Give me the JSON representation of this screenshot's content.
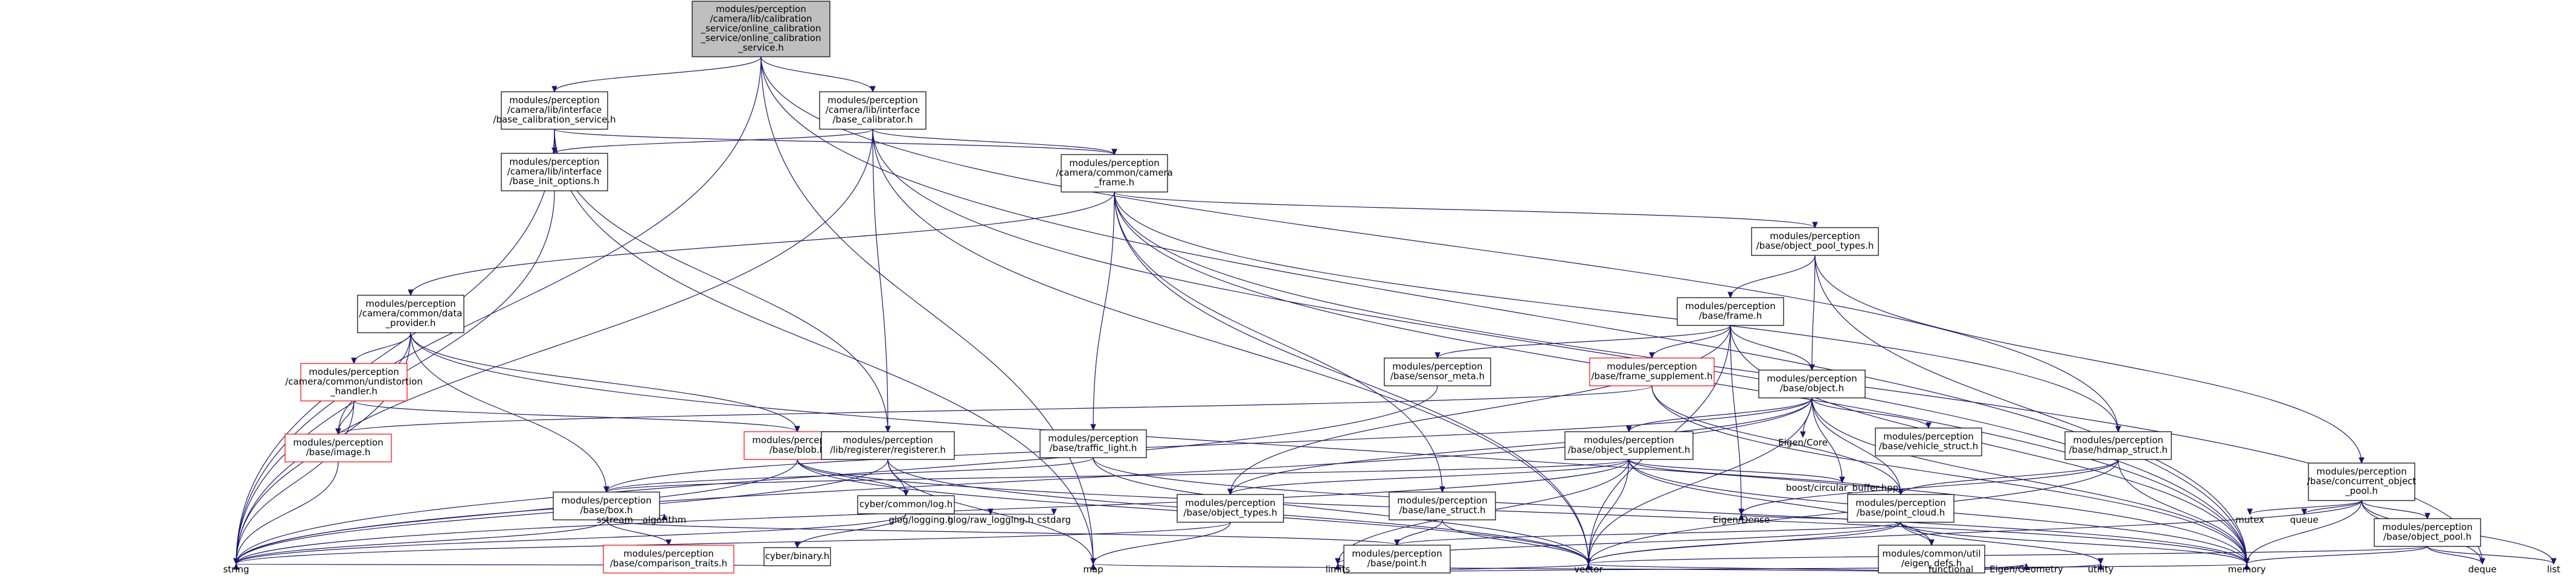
{
  "graph": {
    "edge_color": "#191970",
    "root_fill": "#bfbfbf",
    "missing_doc_border": "#ff0000",
    "nodes": [
      {
        "id": "root",
        "label": [
          "modules/perception",
          "/camera/lib/calibration",
          "_service/online_calibration",
          "_service/online_calibration",
          "_service.h"
        ],
        "kind": "root"
      },
      {
        "id": "bcs",
        "label": [
          "modules/perception",
          "/camera/lib/interface",
          "/base_calibration_service.h"
        ],
        "kind": "box"
      },
      {
        "id": "bcal",
        "label": [
          "modules/perception",
          "/camera/lib/interface",
          "/base_calibrator.h"
        ],
        "kind": "box"
      },
      {
        "id": "binit",
        "label": [
          "modules/perception",
          "/camera/lib/interface",
          "/base_init_options.h"
        ],
        "kind": "box"
      },
      {
        "id": "camframe",
        "label": [
          "modules/perception",
          "/camera/common/camera",
          "_frame.h"
        ],
        "kind": "box"
      },
      {
        "id": "dataprov",
        "label": [
          "modules/perception",
          "/camera/common/data",
          "_provider.h"
        ],
        "kind": "box"
      },
      {
        "id": "undist",
        "label": [
          "modules/perception",
          "/camera/common/undistortion",
          "_handler.h"
        ],
        "kind": "red"
      },
      {
        "id": "image",
        "label": [
          "modules/perception",
          "/base/image.h"
        ],
        "kind": "red"
      },
      {
        "id": "blob",
        "label": [
          "modules/perception",
          "/base/blob.h"
        ],
        "kind": "red"
      },
      {
        "id": "registerer",
        "label": [
          "modules/perception",
          "/lib/registerer/registerer.h"
        ],
        "kind": "box"
      },
      {
        "id": "traffic",
        "label": [
          "modules/perception",
          "/base/traffic_light.h"
        ],
        "kind": "box"
      },
      {
        "id": "opt",
        "label": [
          "modules/perception",
          "/base/object_pool_types.h"
        ],
        "kind": "box"
      },
      {
        "id": "frame",
        "label": [
          "modules/perception",
          "/base/frame.h"
        ],
        "kind": "box"
      },
      {
        "id": "sensormeta",
        "label": [
          "modules/perception",
          "/base/sensor_meta.h"
        ],
        "kind": "box"
      },
      {
        "id": "framesupp",
        "label": [
          "modules/perception",
          "/base/frame_supplement.h"
        ],
        "kind": "red"
      },
      {
        "id": "object",
        "label": [
          "modules/perception",
          "/base/object.h"
        ],
        "kind": "box"
      },
      {
        "id": "objsupp",
        "label": [
          "modules/perception",
          "/base/object_supplement.h"
        ],
        "kind": "box"
      },
      {
        "id": "vehicle",
        "label": [
          "modules/perception",
          "/base/vehicle_struct.h"
        ],
        "kind": "box"
      },
      {
        "id": "hdmap",
        "label": [
          "modules/perception",
          "/base/hdmap_struct.h"
        ],
        "kind": "box"
      },
      {
        "id": "box",
        "label": [
          "modules/perception",
          "/base/box.h"
        ],
        "kind": "box"
      },
      {
        "id": "log",
        "label": [
          "cyber/common/log.h"
        ],
        "kind": "box"
      },
      {
        "id": "objtypes",
        "label": [
          "modules/perception",
          "/base/object_types.h"
        ],
        "kind": "box"
      },
      {
        "id": "lane",
        "label": [
          "modules/perception",
          "/base/lane_struct.h"
        ],
        "kind": "box"
      },
      {
        "id": "pointcloud",
        "label": [
          "modules/perception",
          "/base/point_cloud.h"
        ],
        "kind": "box"
      },
      {
        "id": "concurrent",
        "label": [
          "modules/perception",
          "/base/concurrent_object",
          "_pool.h"
        ],
        "kind": "box"
      },
      {
        "id": "objpool",
        "label": [
          "modules/perception",
          "/base/object_pool.h"
        ],
        "kind": "box"
      },
      {
        "id": "comparison",
        "label": [
          "modules/perception",
          "/base/comparison_traits.h"
        ],
        "kind": "red"
      },
      {
        "id": "binary",
        "label": [
          "cyber/binary.h"
        ],
        "kind": "box"
      },
      {
        "id": "point",
        "label": [
          "modules/perception",
          "/base/point.h"
        ],
        "kind": "box"
      },
      {
        "id": "eigendefs",
        "label": [
          "modules/common/util",
          "/eigen_defs.h"
        ],
        "kind": "box"
      },
      {
        "id": "string",
        "label": [
          "string"
        ],
        "kind": "leaf"
      },
      {
        "id": "map",
        "label": [
          "map"
        ],
        "kind": "leaf"
      },
      {
        "id": "limits",
        "label": [
          "limits"
        ],
        "kind": "leaf"
      },
      {
        "id": "vector",
        "label": [
          "vector"
        ],
        "kind": "leaf"
      },
      {
        "id": "memory",
        "label": [
          "memory"
        ],
        "kind": "leaf"
      },
      {
        "id": "sstream",
        "label": [
          "sstream"
        ],
        "kind": "leaf"
      },
      {
        "id": "algorithm",
        "label": [
          "algorithm"
        ],
        "kind": "leaf"
      },
      {
        "id": "glog",
        "label": [
          "glog/logging.h"
        ],
        "kind": "leaf"
      },
      {
        "id": "glograw",
        "label": [
          "glog/raw_logging.h"
        ],
        "kind": "leaf"
      },
      {
        "id": "cstdarg",
        "label": [
          "cstdarg"
        ],
        "kind": "leaf"
      },
      {
        "id": "eigencore",
        "label": [
          "Eigen/Core"
        ],
        "kind": "leaf"
      },
      {
        "id": "boostbuf",
        "label": [
          "boost/circular_buffer.hpp"
        ],
        "kind": "leaf"
      },
      {
        "id": "eigendense",
        "label": [
          "Eigen/Dense"
        ],
        "kind": "leaf"
      },
      {
        "id": "functional",
        "label": [
          "functional"
        ],
        "kind": "leaf"
      },
      {
        "id": "eigengeom",
        "label": [
          "Eigen/Geometry"
        ],
        "kind": "leaf"
      },
      {
        "id": "utility",
        "label": [
          "utility"
        ],
        "kind": "leaf"
      },
      {
        "id": "mutex",
        "label": [
          "mutex"
        ],
        "kind": "leaf"
      },
      {
        "id": "queue",
        "label": [
          "queue"
        ],
        "kind": "leaf"
      },
      {
        "id": "deque",
        "label": [
          "deque"
        ],
        "kind": "leaf"
      },
      {
        "id": "list",
        "label": [
          "list"
        ],
        "kind": "leaf"
      }
    ],
    "edges": [
      [
        "root",
        "bcs"
      ],
      [
        "root",
        "bcal"
      ],
      [
        "root",
        "string"
      ],
      [
        "root",
        "map"
      ],
      [
        "root",
        "memory"
      ],
      [
        "root",
        "hdmap"
      ],
      [
        "bcs",
        "binit"
      ],
      [
        "bcs",
        "camframe"
      ],
      [
        "bcs",
        "string"
      ],
      [
        "bcs",
        "map"
      ],
      [
        "bcs",
        "registerer"
      ],
      [
        "bcal",
        "binit"
      ],
      [
        "bcal",
        "camframe"
      ],
      [
        "bcal",
        "registerer"
      ],
      [
        "bcal",
        "string"
      ],
      [
        "bcal",
        "vector"
      ],
      [
        "bcal",
        "memory"
      ],
      [
        "binit",
        "string"
      ],
      [
        "camframe",
        "dataprov"
      ],
      [
        "camframe",
        "traffic"
      ],
      [
        "camframe",
        "opt"
      ],
      [
        "camframe",
        "lane"
      ],
      [
        "camframe",
        "vector"
      ],
      [
        "camframe",
        "memory"
      ],
      [
        "camframe",
        "deque"
      ],
      [
        "camframe",
        "hdmap"
      ],
      [
        "dataprov",
        "undist"
      ],
      [
        "dataprov",
        "image"
      ],
      [
        "dataprov",
        "blob"
      ],
      [
        "dataprov",
        "box"
      ],
      [
        "dataprov",
        "string"
      ],
      [
        "dataprov",
        "memory"
      ],
      [
        "undist",
        "image"
      ],
      [
        "undist",
        "blob"
      ],
      [
        "undist",
        "string"
      ],
      [
        "image",
        "string"
      ],
      [
        "blob",
        "log"
      ],
      [
        "blob",
        "string"
      ],
      [
        "blob",
        "vector"
      ],
      [
        "blob",
        "memory"
      ],
      [
        "registerer",
        "log"
      ],
      [
        "registerer",
        "string"
      ],
      [
        "registerer",
        "map"
      ],
      [
        "registerer",
        "vector"
      ],
      [
        "traffic",
        "box"
      ],
      [
        "traffic",
        "memory"
      ],
      [
        "traffic",
        "vector"
      ],
      [
        "opt",
        "frame"
      ],
      [
        "opt",
        "object"
      ],
      [
        "opt",
        "concurrent"
      ],
      [
        "opt",
        "memory"
      ],
      [
        "frame",
        "sensormeta"
      ],
      [
        "frame",
        "framesupp"
      ],
      [
        "frame",
        "object"
      ],
      [
        "frame",
        "objtypes"
      ],
      [
        "frame",
        "vector"
      ],
      [
        "frame",
        "eigendense"
      ],
      [
        "frame",
        "memory"
      ],
      [
        "sensormeta",
        "string"
      ],
      [
        "framesupp",
        "image"
      ],
      [
        "framesupp",
        "pointcloud"
      ],
      [
        "framesupp",
        "memory"
      ],
      [
        "object",
        "objsupp"
      ],
      [
        "object",
        "vehicle"
      ],
      [
        "object",
        "eigencore"
      ],
      [
        "object",
        "boostbuf"
      ],
      [
        "object",
        "box"
      ],
      [
        "object",
        "objtypes"
      ],
      [
        "object",
        "pointcloud"
      ],
      [
        "object",
        "string"
      ],
      [
        "object",
        "vector"
      ],
      [
        "object",
        "memory"
      ],
      [
        "objsupp",
        "box"
      ],
      [
        "objsupp",
        "objtypes"
      ],
      [
        "objsupp",
        "pointcloud"
      ],
      [
        "objsupp",
        "boostbuf"
      ],
      [
        "objsupp",
        "eigendefs"
      ],
      [
        "objsupp",
        "string"
      ],
      [
        "objsupp",
        "vector"
      ],
      [
        "objsupp",
        "memory"
      ],
      [
        "objsupp",
        "limits"
      ],
      [
        "hdmap",
        "pointcloud"
      ],
      [
        "hdmap",
        "memory"
      ],
      [
        "hdmap",
        "vector"
      ],
      [
        "hdmap",
        "eigendense"
      ],
      [
        "box",
        "comparison"
      ],
      [
        "box",
        "point"
      ],
      [
        "box",
        "string"
      ],
      [
        "box",
        "sstream"
      ],
      [
        "box",
        "algorithm"
      ],
      [
        "log",
        "binary"
      ],
      [
        "log",
        "glog"
      ],
      [
        "log",
        "glograw"
      ],
      [
        "log",
        "cstdarg"
      ],
      [
        "log",
        "string"
      ],
      [
        "binary",
        "string"
      ],
      [
        "objtypes",
        "string"
      ],
      [
        "objtypes",
        "map"
      ],
      [
        "lane",
        "point"
      ],
      [
        "lane",
        "vector"
      ],
      [
        "pointcloud",
        "point"
      ],
      [
        "pointcloud",
        "eigendefs"
      ],
      [
        "pointcloud",
        "eigendense"
      ],
      [
        "pointcloud",
        "vector"
      ],
      [
        "pointcloud",
        "memory"
      ],
      [
        "pointcloud",
        "utility"
      ],
      [
        "pointcloud",
        "limits"
      ],
      [
        "point",
        "limits"
      ],
      [
        "point",
        "vector"
      ],
      [
        "point",
        "memory"
      ],
      [
        "eigendefs",
        "map"
      ],
      [
        "eigendefs",
        "vector"
      ],
      [
        "eigendefs",
        "utility"
      ],
      [
        "eigendefs",
        "functional"
      ],
      [
        "eigendefs",
        "eigengeom"
      ],
      [
        "concurrent",
        "objpool"
      ],
      [
        "concurrent",
        "list"
      ],
      [
        "concurrent",
        "memory"
      ],
      [
        "concurrent",
        "mutex"
      ],
      [
        "concurrent",
        "queue"
      ],
      [
        "concurrent",
        "deque"
      ],
      [
        "concurrent",
        "vector"
      ],
      [
        "objpool",
        "list"
      ],
      [
        "objpool",
        "memory"
      ],
      [
        "objpool",
        "deque"
      ],
      [
        "objpool",
        "vector"
      ]
    ]
  }
}
